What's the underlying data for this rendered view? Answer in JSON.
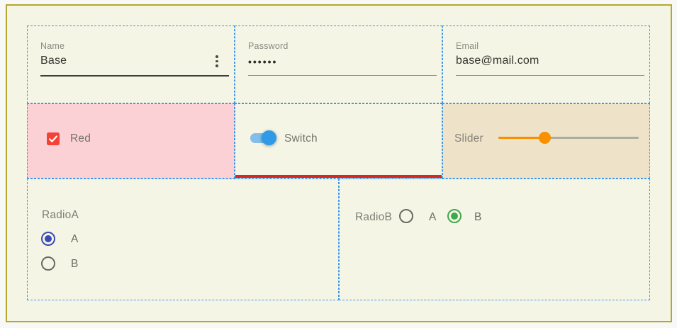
{
  "form": {
    "fields": [
      {
        "label": "Name",
        "value": "Base"
      },
      {
        "label": "Password",
        "value": "••••••"
      },
      {
        "label": "Email",
        "value": "base@mail.com"
      }
    ],
    "checkbox": {
      "label": "Red",
      "checked": true
    },
    "switch": {
      "label": "Switch",
      "on": true
    },
    "slider": {
      "label": "Slider",
      "value_percent": 33
    },
    "radio_a": {
      "label": "RadioA",
      "options": [
        "A",
        "B"
      ],
      "selected": "A"
    },
    "radio_b": {
      "label": "RadioB",
      "options": [
        "A",
        "B"
      ],
      "selected": "B"
    }
  },
  "icons": {
    "overflow_menu": "vertical-ellipsis"
  },
  "colors": {
    "page_bg": "#f8f8f6",
    "panel_bg": "#f5f5e6",
    "panel_border": "#b3a82d",
    "selection_blue": "#3e97e9",
    "cell_pink": "#fbd1d5",
    "cell_tan": "#eee3c8",
    "error_red": "#d7281d",
    "checkbox_red": "#f44336",
    "switch_thumb": "#2e9ae8",
    "switch_track": "#82bee9",
    "slider_orange": "#f89000",
    "slider_track": "#aeaca0",
    "radio_a_blue": "#3a4ab5",
    "radio_b_green": "#3fa84d",
    "label_grey": "#8b8a80",
    "control_label_grey": "#76746b",
    "text_dark": "#34332c",
    "underline_grey": "#908f86",
    "underline_dark": "#3f3e36"
  }
}
